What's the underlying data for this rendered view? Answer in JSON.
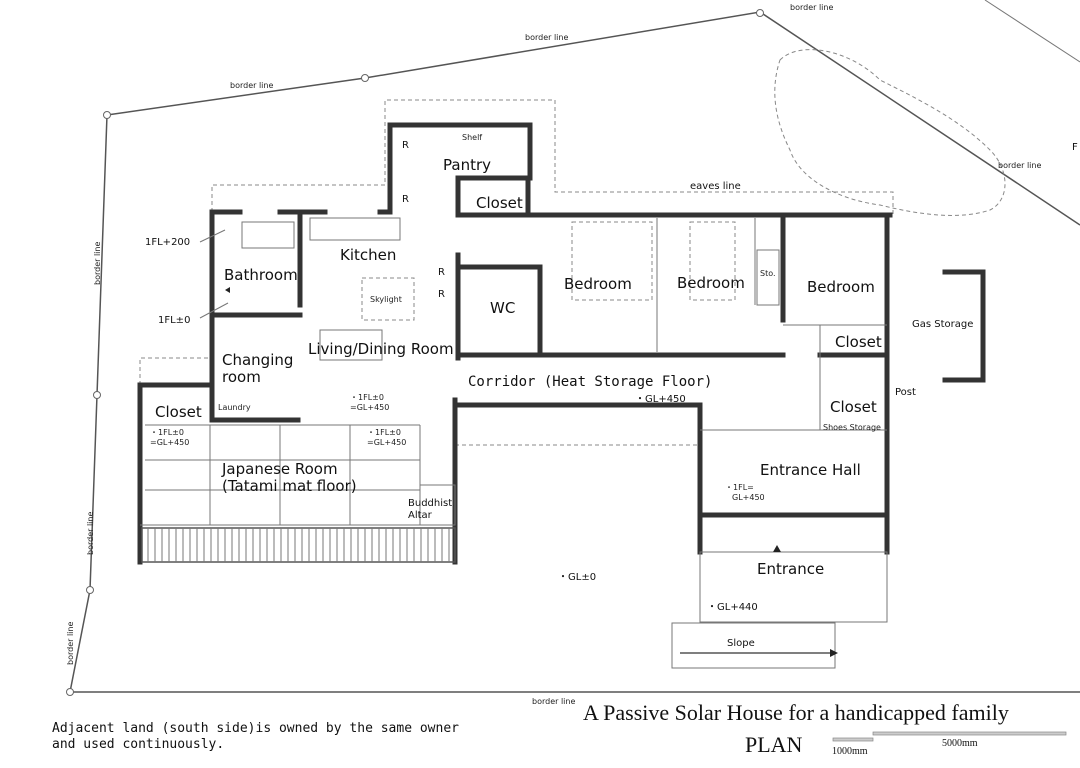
{
  "drawing": {
    "title": "A Passive Solar House for a handicapped family",
    "subtitle": "PLAN",
    "scale_small": "1000mm",
    "scale_large": "5000mm",
    "note_line1": "Adjacent land (south side)is owned by the same owner",
    "note_line2": "and used continuously."
  },
  "site": {
    "border_label": "border line",
    "eaves_label": "eaves line",
    "ground_level": "・GL±0",
    "corner_mark": "F"
  },
  "rooms": {
    "pantry": "Pantry",
    "shelf": "Shelf",
    "r": "R",
    "closet": "Closet",
    "kitchen": "Kitchen",
    "skylight": "Skylight",
    "bathroom": "Bathroom",
    "changing1": "Changing",
    "changing2": "room",
    "laundry": "Laundry",
    "living": "Living/Dining Room",
    "wc": "WC",
    "bedroom": "Bedroom",
    "storage": "Sto.",
    "gas": "Gas Storage",
    "post": "Post",
    "shoes": "Shoes Storage",
    "corridor": "Corridor (Heat Storage Floor)",
    "japanese1": "Japanese Room",
    "japanese2": "(Tatami mat floor)",
    "altar1": "Buddhist",
    "altar2": "Altar",
    "entrance_hall": "Entrance Hall",
    "entrance": "Entrance",
    "slope": "Slope"
  },
  "levels": {
    "fl200": "1FL+200",
    "fl0": "1FL±0",
    "dot_fl0": "・1FL±0",
    "gl450": "=GL+450",
    "corridor": "・GL+450",
    "hall1": "・1FL=",
    "hall2": "GL+450",
    "entrance": "・GL+440"
  }
}
